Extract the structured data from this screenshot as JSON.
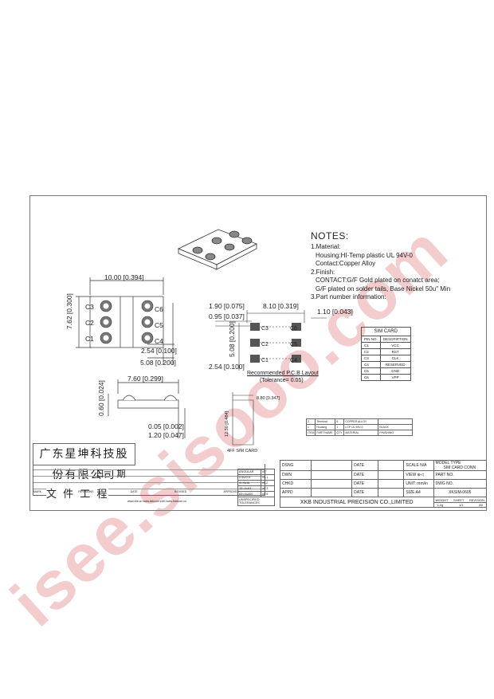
{
  "notes": {
    "heading": "NOTES:",
    "lines": [
      "1.Material:",
      "Housing:HI-Temp  plastic  UL  94V-0",
      "Contact:Copper  Alloy",
      "2.Finish:",
      "CONTACT:G/F  Gold  plated  on  conatct  area;",
      "G/F  plated  on  solder  tails, Base  Nickel  50u\" Min",
      "3.Part  number  information:"
    ]
  },
  "dims": {
    "width_top": "10.00 [0.394]",
    "height_left": "7.62 [0.300]",
    "pitch1": "2.54 [0.100]",
    "pitch2": "5.08 [0.200]",
    "pcb_a": "1.90 [0.075]",
    "pcb_b": "0.95 [0.037]",
    "pcb_c": "8.10 [0.319]",
    "pcb_d": "1.10 [0.043]",
    "pcb_e": "5.08 [0.200]",
    "pcb_f": "2.54 [0.100]",
    "side_a": "7.60 [0.299]",
    "side_b": "0.60 [0.024]",
    "side_c": "0.05 [0.002]",
    "side_d": "1.20 [0.047]",
    "card_w": "8.80 [0.347]",
    "card_h": "12.30 [0.484]"
  },
  "pins": {
    "left": [
      "C3",
      "C2",
      "C1"
    ],
    "right": [
      "C6",
      "C5",
      "C4"
    ],
    "pcb_left": [
      "C3",
      "C2",
      "C1"
    ],
    "pcb_right": [
      "C6",
      "C5",
      "C4"
    ]
  },
  "pcb_caption": "Recommended  P.C.B  Layout",
  "pcb_tol": "(Tolerance= 0.05)",
  "card_caption": "4FF SIM CARD",
  "sim_table": {
    "title": "SIM CARD",
    "headers": [
      "PIN NO.",
      "DESCRIPTION"
    ],
    "rows": [
      [
        "C1",
        "VCC"
      ],
      [
        "C2",
        "RST"
      ],
      [
        "C3",
        "CLK"
      ],
      [
        "C4",
        "RESERVED"
      ],
      [
        "C5",
        "GND"
      ],
      [
        "C6",
        "VPP"
      ]
    ]
  },
  "bom": {
    "rows": [
      [
        "2",
        "Terminal",
        "6",
        "COPPER ALLOY",
        ""
      ],
      [
        "1",
        "Housing",
        "1",
        "LCP UL 94V-0",
        "BLACK"
      ],
      [
        "ITEM",
        "PART NAME",
        "QTY",
        "MATERIAL",
        "FINISHING"
      ]
    ]
  },
  "left_block": {
    "company": "广东星坤科技股份有限公司",
    "file_label": "文 件 工 程",
    "date_label": "日 期",
    "revision_hdr": [
      "MARK",
      "REVISIONS",
      "DATE",
      "REVISED",
      "APPROVED"
    ],
    "website": "www.xkb.cn   www.xkbcom.com   www.fnetcom.cn"
  },
  "tolerance": {
    "rows": [
      [
        "ANGULAR",
        "±5°"
      ],
      [
        "0.5≤X<4",
        "±0.1"
      ],
      [
        "4<X≤16",
        "±0.2"
      ],
      [
        "16<X≤63",
        "±0.3"
      ],
      [
        "63<X≤400",
        "±0.5"
      ]
    ],
    "footer": "UNSPECIFIED TOLERANCES"
  },
  "title_block": {
    "dsng": "DSNG",
    "dwn": "DWN",
    "chkd": "CHKD",
    "appd": "APPD",
    "date": "DATE",
    "scale": "SCALE N/A",
    "view": "VIEW",
    "unit": "UNIT: mm/in",
    "size": "SIZE A4",
    "model_type": "MODEL TYPE",
    "model_value": "SIM CARD CONN",
    "part_no": "PART NO.",
    "dwg_no": "DWG NO.",
    "dwg_value": "XKSIM-0605",
    "company": "XKB INDUSTRIAL PRECISION CO.,LIMITED",
    "weight": "WEIGHT",
    "sheet": "SHEET",
    "revision": "REVISION",
    "weight_v": "1.0g",
    "sheet_v": "1/1",
    "revision_v": "A0"
  },
  "watermark": "isee.sisooo.com",
  "colors": {
    "watermark": "#f2c4c6",
    "line": "#333333",
    "pad": "#555555"
  }
}
